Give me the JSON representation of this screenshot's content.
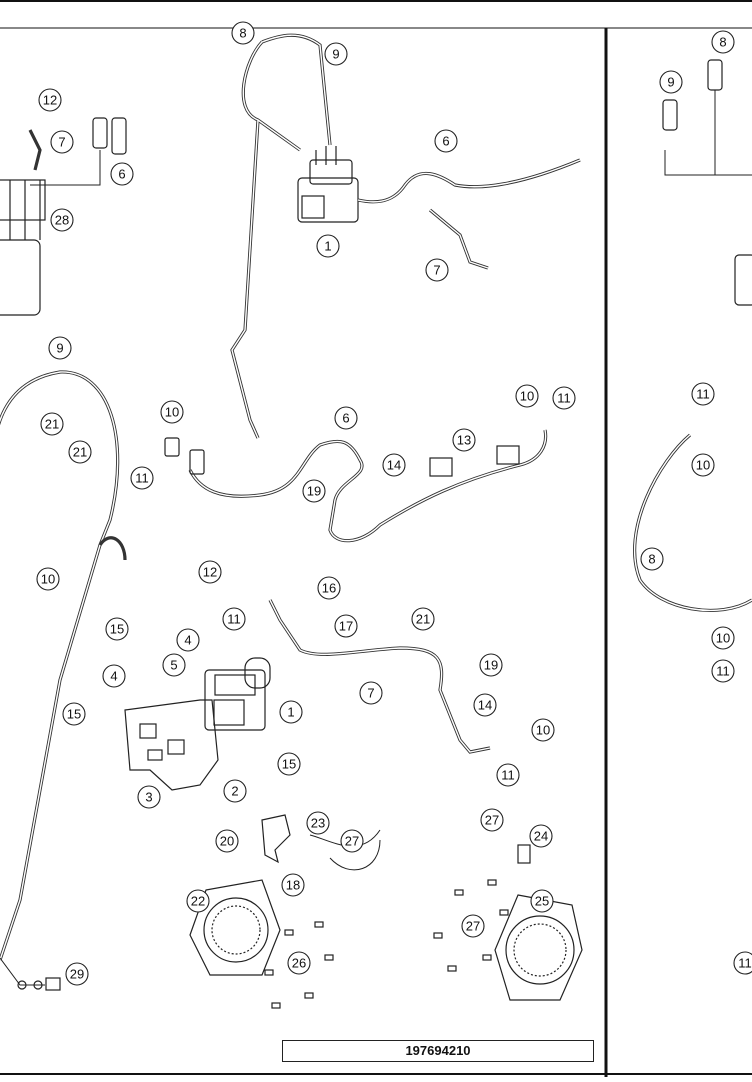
{
  "drawing_number": "197694210",
  "callouts": [
    {
      "id": "c-top-8",
      "label": "8"
    },
    {
      "id": "c-top-9",
      "label": "9"
    },
    {
      "id": "c-top-6",
      "label": "6"
    },
    {
      "id": "c-top-1",
      "label": "1"
    },
    {
      "id": "c-top-7",
      "label": "7"
    },
    {
      "id": "c-l-12",
      "label": "12"
    },
    {
      "id": "c-l-7",
      "label": "7"
    },
    {
      "id": "c-l-6",
      "label": "6"
    },
    {
      "id": "c-l-28",
      "label": "28"
    },
    {
      "id": "c-l-9",
      "label": "9"
    },
    {
      "id": "c-l-21a",
      "label": "21"
    },
    {
      "id": "c-l-21b",
      "label": "21"
    },
    {
      "id": "c-l-10",
      "label": "10"
    },
    {
      "id": "c-m-10",
      "label": "10"
    },
    {
      "id": "c-m-11",
      "label": "11"
    },
    {
      "id": "c-m-6",
      "label": "6"
    },
    {
      "id": "c-m-19",
      "label": "19"
    },
    {
      "id": "c-m-14",
      "label": "14"
    },
    {
      "id": "c-m-13",
      "label": "13"
    },
    {
      "id": "c-m-10b",
      "label": "10"
    },
    {
      "id": "c-m-11b",
      "label": "11"
    },
    {
      "id": "c-b-12",
      "label": "12"
    },
    {
      "id": "c-b-11",
      "label": "11"
    },
    {
      "id": "c-b-16",
      "label": "16"
    },
    {
      "id": "c-b-17",
      "label": "17"
    },
    {
      "id": "c-b-21",
      "label": "21"
    },
    {
      "id": "c-b-15a",
      "label": "15"
    },
    {
      "id": "c-b-4a",
      "label": "4"
    },
    {
      "id": "c-b-5",
      "label": "5"
    },
    {
      "id": "c-b-4b",
      "label": "4"
    },
    {
      "id": "c-b-15b",
      "label": "15"
    },
    {
      "id": "c-b-1",
      "label": "1"
    },
    {
      "id": "c-b-7",
      "label": "7"
    },
    {
      "id": "c-b-19",
      "label": "19"
    },
    {
      "id": "c-b-14",
      "label": "14"
    },
    {
      "id": "c-b-10",
      "label": "10"
    },
    {
      "id": "c-b-11b",
      "label": "11"
    },
    {
      "id": "c-b-15c",
      "label": "15"
    },
    {
      "id": "c-b-3",
      "label": "3"
    },
    {
      "id": "c-b-2",
      "label": "2"
    },
    {
      "id": "c-s-23",
      "label": "23"
    },
    {
      "id": "c-s-27a",
      "label": "27"
    },
    {
      "id": "c-s-20",
      "label": "20"
    },
    {
      "id": "c-s-18",
      "label": "18"
    },
    {
      "id": "c-s-27b",
      "label": "27"
    },
    {
      "id": "c-s-24",
      "label": "24"
    },
    {
      "id": "c-s-22",
      "label": "22"
    },
    {
      "id": "c-s-25",
      "label": "25"
    },
    {
      "id": "c-s-27c",
      "label": "27"
    },
    {
      "id": "c-s-26",
      "label": "26"
    },
    {
      "id": "c-s-29",
      "label": "29"
    },
    {
      "id": "c-r-8a",
      "label": "8"
    },
    {
      "id": "c-r-9",
      "label": "9"
    },
    {
      "id": "c-r-11a",
      "label": "11"
    },
    {
      "id": "c-r-10a",
      "label": "10"
    },
    {
      "id": "c-r-8b",
      "label": "8"
    },
    {
      "id": "c-r-10b",
      "label": "10"
    },
    {
      "id": "c-r-11b",
      "label": "11"
    },
    {
      "id": "c-r-11c",
      "label": "11"
    }
  ]
}
